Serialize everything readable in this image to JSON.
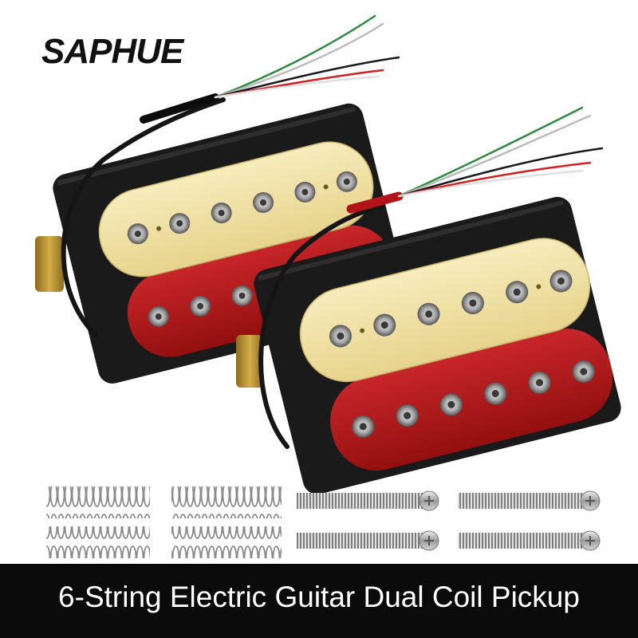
{
  "brand": {
    "logo_text": "SAPHUE"
  },
  "caption": {
    "text": "6-String Electric Guitar Dual Coil Pickup"
  },
  "product": {
    "pickup_count": 2,
    "poles_per_coil": 6,
    "springs": 4,
    "screws": 4
  },
  "colors": {
    "cream_coil": "#f2e4a4",
    "red_coil": "#b5191c",
    "base_black": "#1a1a1a",
    "brass_tab": "#b9922f",
    "caption_background": "#0b0b0b",
    "caption_text": "#ffffff"
  }
}
